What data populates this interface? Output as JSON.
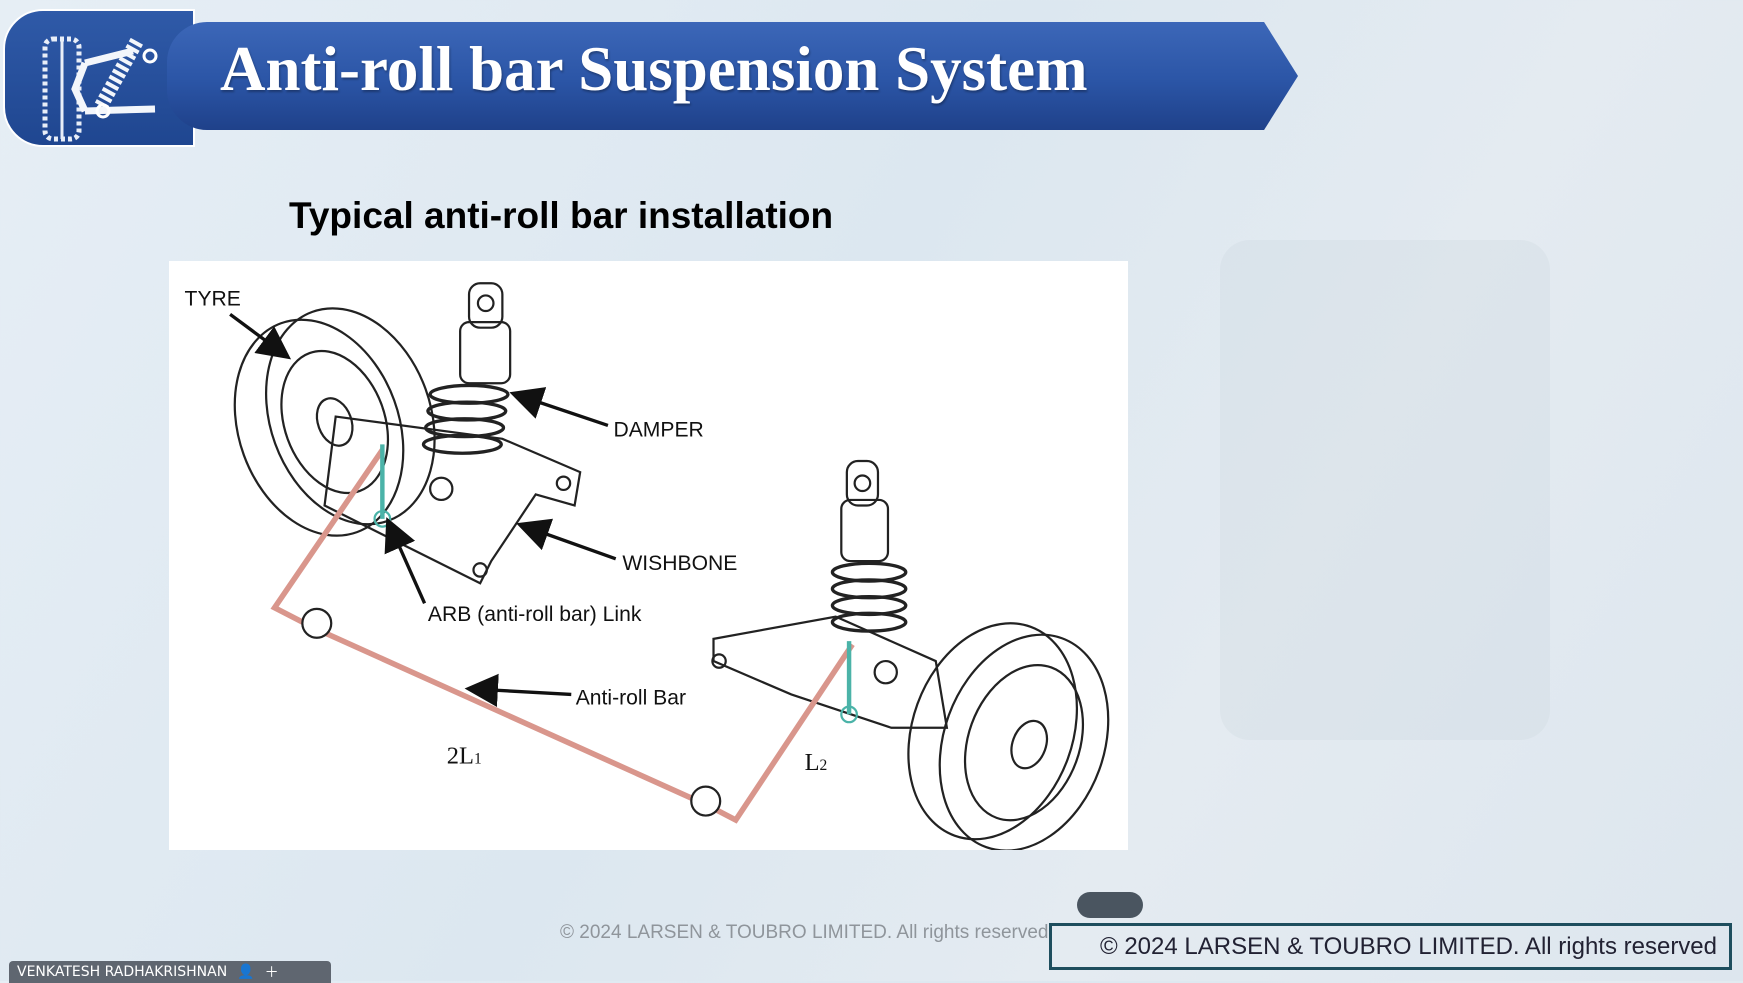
{
  "header": {
    "title": "Anti-roll bar Suspension System",
    "logo_icon": "suspension-logo-icon"
  },
  "slide": {
    "subtitle": "Typical anti-roll bar installation",
    "diagram": {
      "labels": {
        "tyre": "TYRE",
        "damper": "DAMPER",
        "wishbone": "WISHBONE",
        "arb_link": "ARB (anti-roll bar) Link",
        "anti_roll_bar": "Anti-roll Bar",
        "l1": "2L",
        "l1_sub": "1",
        "l2": "L",
        "l2_sub": "2"
      }
    },
    "footer_text": "© 2024 LARSEN & TOUBRO LIMITED. All rights reserved"
  },
  "overlay": {
    "copyright": "© 2024 LARSEN & TOUBRO LIMITED. All rights reserved"
  },
  "participant": {
    "name": "VENKATESH RADHAKRISHNAN"
  },
  "colors": {
    "banner": "#2b55a6",
    "bar_line": "#d9968c",
    "link_line": "#4bb3a8"
  }
}
